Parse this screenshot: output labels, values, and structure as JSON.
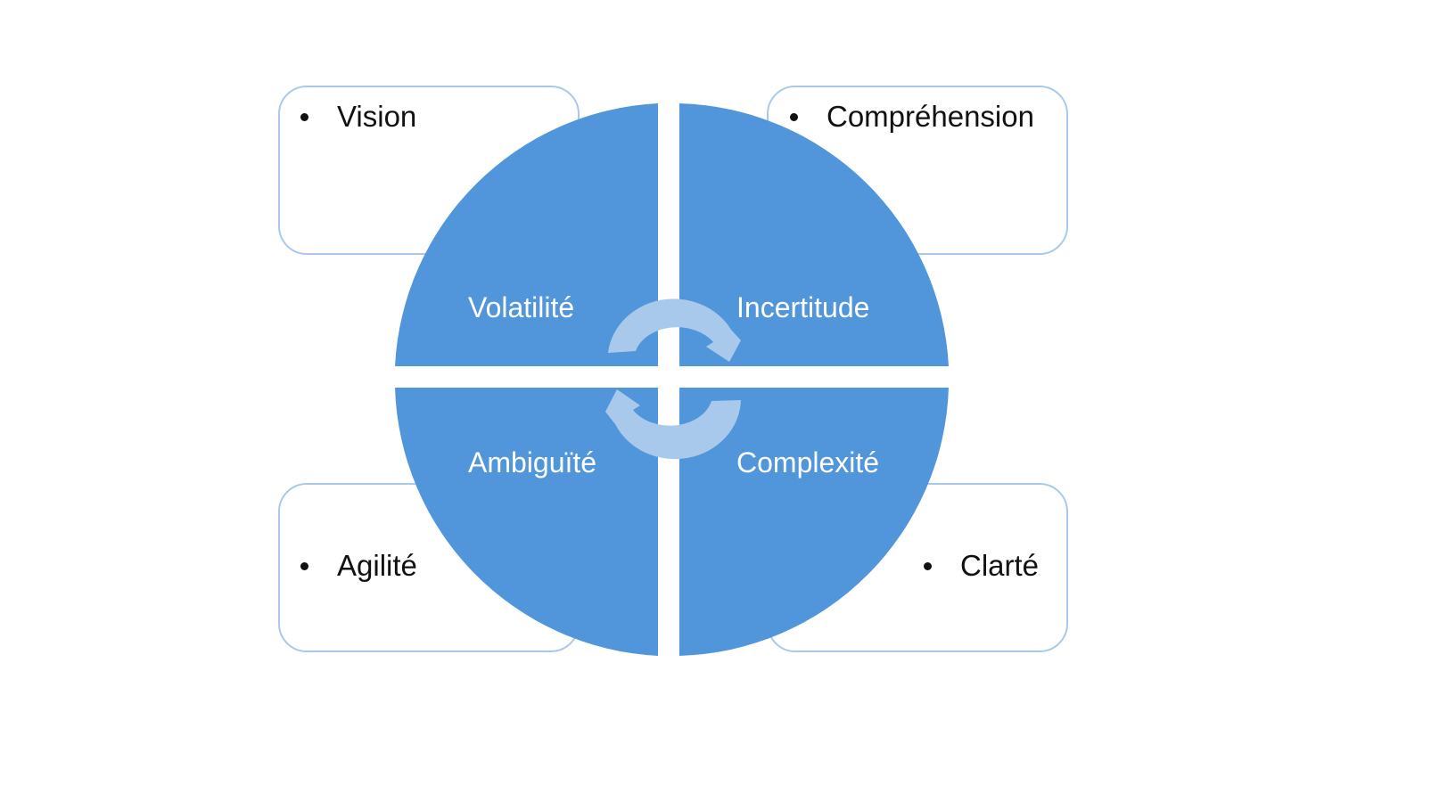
{
  "colors": {
    "quadrant_fill": "#5196da",
    "cycle_arrow": "#a9c9ec",
    "callout_border": "#a9c9ec",
    "bullet_text": "#111111",
    "quadrant_text": "#ffffff"
  },
  "quadrants": {
    "top_left": "Volatilité",
    "top_right": "Incertitude",
    "bottom_left": "Ambiguïté",
    "bottom_right": "Complexité"
  },
  "callouts": {
    "top_left": "Vision",
    "top_right": "Compréhension",
    "bottom_left": "Agilité",
    "bottom_right": "Clarté"
  },
  "center_icon": "circular-cycle-arrows"
}
